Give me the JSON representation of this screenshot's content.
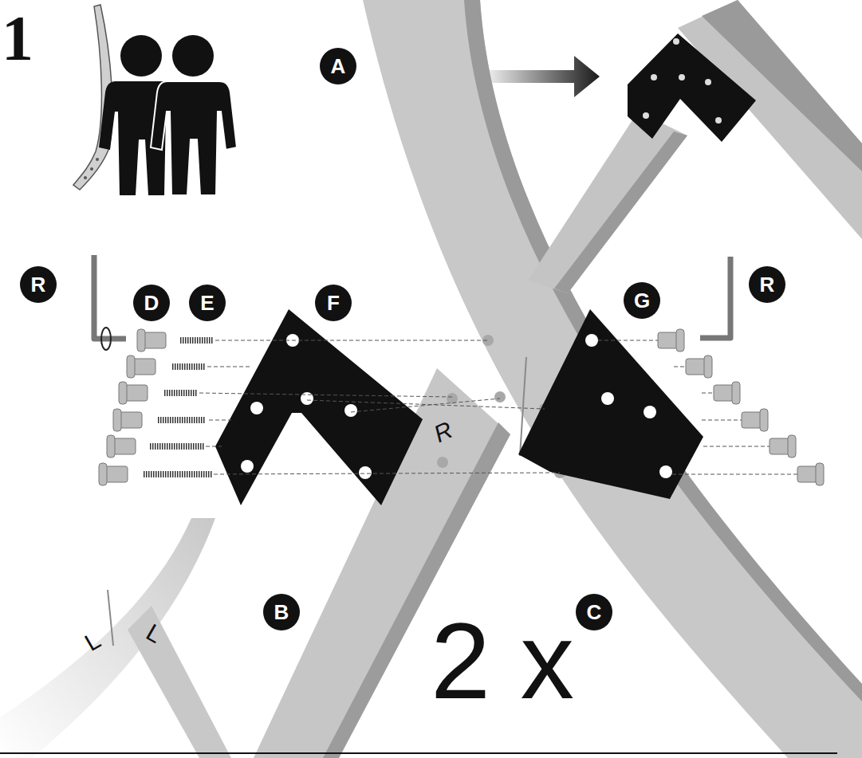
{
  "diagram": {
    "nodes": [
      {
        "text": [
          "A"
        ]
      },
      {
        "text": [
          "R"
        ]
      },
      {
        "text": [
          "D"
        ]
      },
      {
        "text": [
          "E"
        ]
      },
      {
        "text": [
          "F"
        ]
      },
      {
        "text": [
          "G"
        ]
      },
      {
        "text": [
          "R"
        ]
      },
      {
        "text": [
          "B"
        ]
      },
      {
        "text": [
          "C"
        ]
      }
    ],
    "labels": [
      "1",
      "R",
      "R",
      "L",
      "L",
      "2 x"
    ]
  }
}
